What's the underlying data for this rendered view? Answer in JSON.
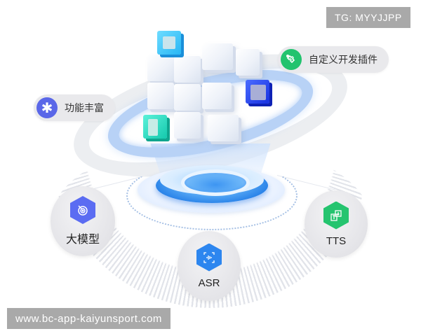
{
  "watermark_top": "TG: MYYJJPP",
  "watermark_bottom": "www.bc-app-kaiyunsport.com",
  "features": [
    {
      "label": "自定义开发插件",
      "icon": "puzzle-icon",
      "color": "#22c36e"
    },
    {
      "label": "功能丰富",
      "icon": "asterisk-icon",
      "color": "#5a67e8"
    }
  ],
  "modules": [
    {
      "label": "大模型",
      "icon": "target-icon",
      "color": "#5b6cf2"
    },
    {
      "label": "ASR",
      "icon": "voice-waveform-icon",
      "color": "#2d86ef"
    },
    {
      "label": "TTS",
      "icon": "text-convert-icon",
      "color": "#25c46f"
    }
  ],
  "colors": {
    "cube_cyan": "#26b6f5",
    "cube_blue": "#1730e0",
    "cube_teal": "#14c9ad",
    "disc_blue": "#1f7ae6"
  }
}
